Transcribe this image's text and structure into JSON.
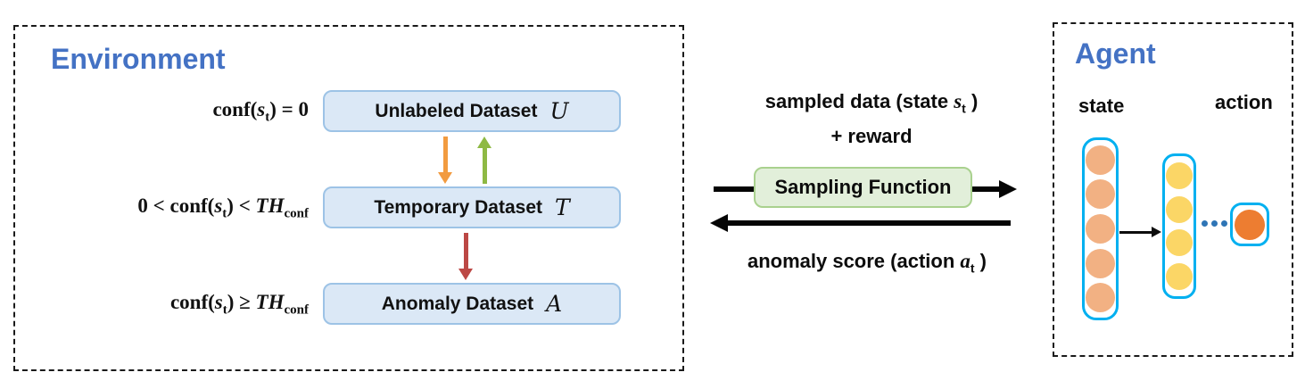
{
  "colors": {
    "title_blue": "#4472C4",
    "dataset_fill": "#DBE8F6",
    "dataset_border": "#9DC3E6",
    "sampling_fill": "#E2EFDA",
    "sampling_border": "#A9D18E",
    "arrow_orange": "#F29B40",
    "arrow_green": "#8EB944",
    "arrow_red": "#BC4845",
    "node_border": "#00B0F0",
    "state_node": "#F2B183",
    "hidden_node": "#FBD666",
    "action_node": "#ED7D31",
    "dots_blue": "#2E75B6"
  },
  "environment": {
    "title": "Environment",
    "rows": [
      {
        "cond_pre": "conf(",
        "cond_var": "s",
        "cond_sub": "t",
        "cond_mid": ") = 0",
        "cond_th": "",
        "cond_thsub": "",
        "box_label": "Unlabeled Dataset",
        "symbol": "U"
      },
      {
        "cond_pre": "0 < conf(",
        "cond_var": "s",
        "cond_sub": "t",
        "cond_mid": ") < ",
        "cond_th": "TH",
        "cond_thsub": "conf",
        "box_label": "Temporary Dataset",
        "symbol": "T"
      },
      {
        "cond_pre": "conf(",
        "cond_var": "s",
        "cond_sub": "t",
        "cond_mid": ") ≥ ",
        "cond_th": "TH",
        "cond_thsub": "conf",
        "box_label": "Anomaly Dataset",
        "symbol": "A"
      }
    ]
  },
  "middle": {
    "top_line1_pre": "sampled data (state ",
    "top_line1_var": "s",
    "top_line1_sub": "t",
    "top_line1_post": " )",
    "top_line2": "+ reward",
    "sampling_label": "Sampling Function",
    "bottom_pre": "anomaly score (action ",
    "bottom_var": "a",
    "bottom_sub": "t",
    "bottom_post": " )"
  },
  "agent": {
    "title": "Agent",
    "state_label": "state",
    "action_label": "action",
    "state_nodes": 5,
    "hidden_nodes": 4,
    "action_nodes": 1,
    "ellipsis_dots": 3
  }
}
